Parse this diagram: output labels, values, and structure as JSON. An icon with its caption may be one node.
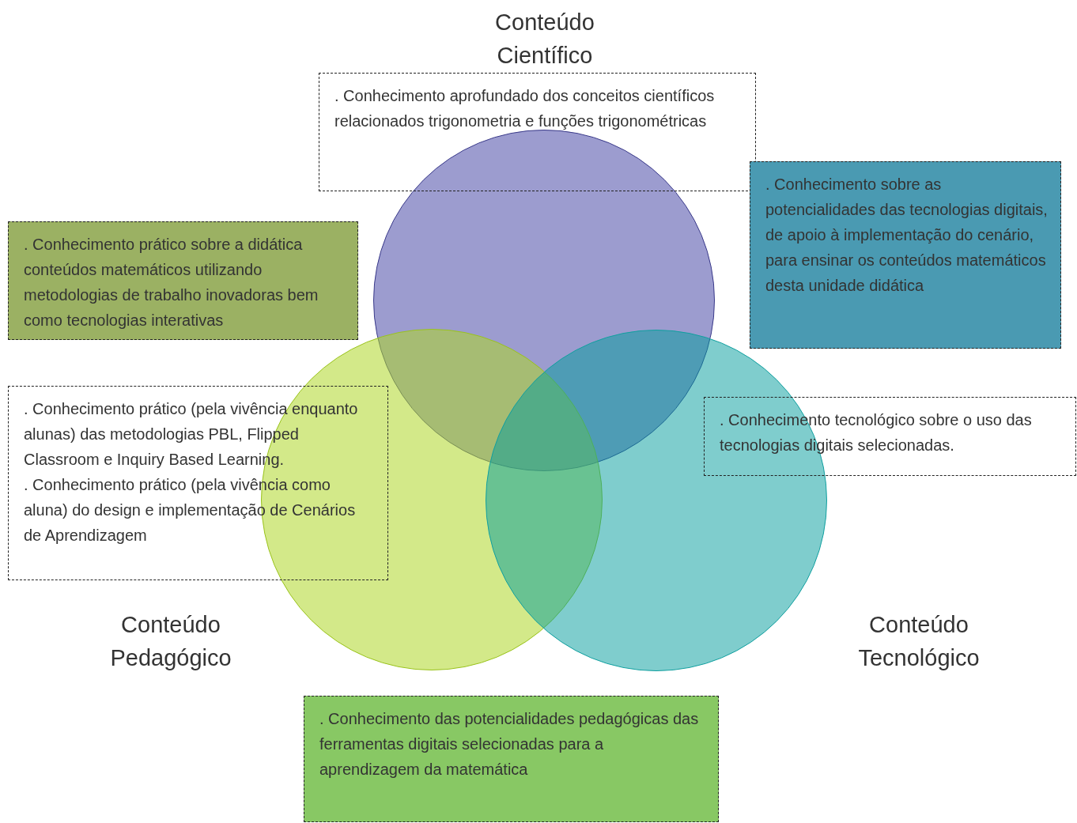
{
  "diagram": {
    "nodes": [
      {
        "text": [
          "Conteúdo Científico"
        ]
      },
      {
        "text": [
          ". Conhecimento aprofundado dos conceitos científicos relacionados trigonometria e funções trigonométricas"
        ]
      },
      {
        "text": [
          ". Conhecimento prático sobre a didática conteúdos matemáticos utilizando metodologias de trabalho inovadoras bem como tecnologias interativas"
        ]
      },
      {
        "text": [
          ". Conhecimento sobre as potencialidades das tecnologias digitais, de apoio à implementação do cenário, para ensinar os conteúdos matemáticos desta unidade didática"
        ]
      },
      {
        "text": [
          ". Conhecimento prático (pela vivência enquanto alunas) das metodologias PBL, Flipped Classroom e Inquiry Based Learning.",
          ". Conhecimento prático (pela vivência como aluna) do design e implementação de Cenários de Aprendizagem"
        ]
      },
      {
        "text": [
          ". Conhecimento tecnológico sobre o uso das tecnologias digitais selecionadas."
        ]
      },
      {
        "text": [
          "Conteúdo Pedagógico"
        ]
      },
      {
        "text": [
          "Conteúdo Tecnológico"
        ]
      },
      {
        "text": [
          ". Conhecimento das potencialidades pedagógicas das ferramentas digitais selecionadas para a aprendizagem da matemática"
        ]
      }
    ],
    "edges": []
  }
}
